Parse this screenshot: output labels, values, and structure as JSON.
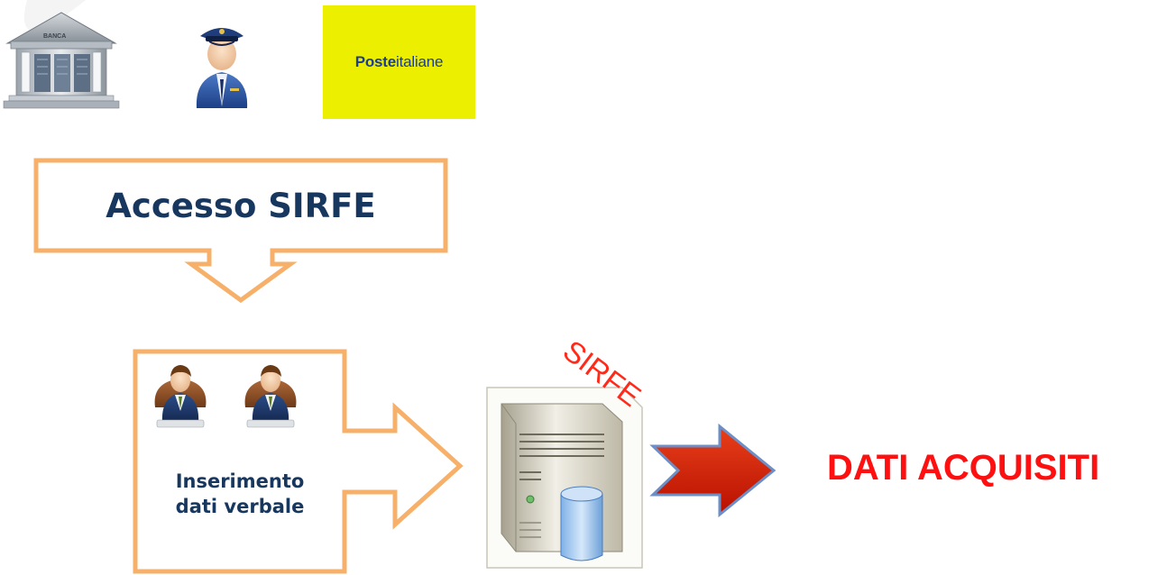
{
  "logos": {
    "bank_sign": "BANCA",
    "poste_bold": "Poste",
    "poste_regular": "italiane"
  },
  "flow": {
    "step1": "Accesso SIRFE",
    "step2_line1": "Inserimento",
    "step2_line2": "dati verbale",
    "system_label": "SIRFE",
    "result": "DATI ACQUISITI"
  },
  "colors": {
    "arrow_outline": "#f7b06a",
    "title_text": "#17375e",
    "result_text": "#ff1010",
    "system_label": "#ff2a1a",
    "solid_arrow_fill": "#d11a00",
    "solid_arrow_border": "#6d8fc7",
    "poste_bg": "#ecf000",
    "poste_text": "#1d3d8f"
  },
  "icons": [
    "bank-icon",
    "police-officer-icon",
    "operator-icon",
    "server-icon",
    "database-icon"
  ]
}
